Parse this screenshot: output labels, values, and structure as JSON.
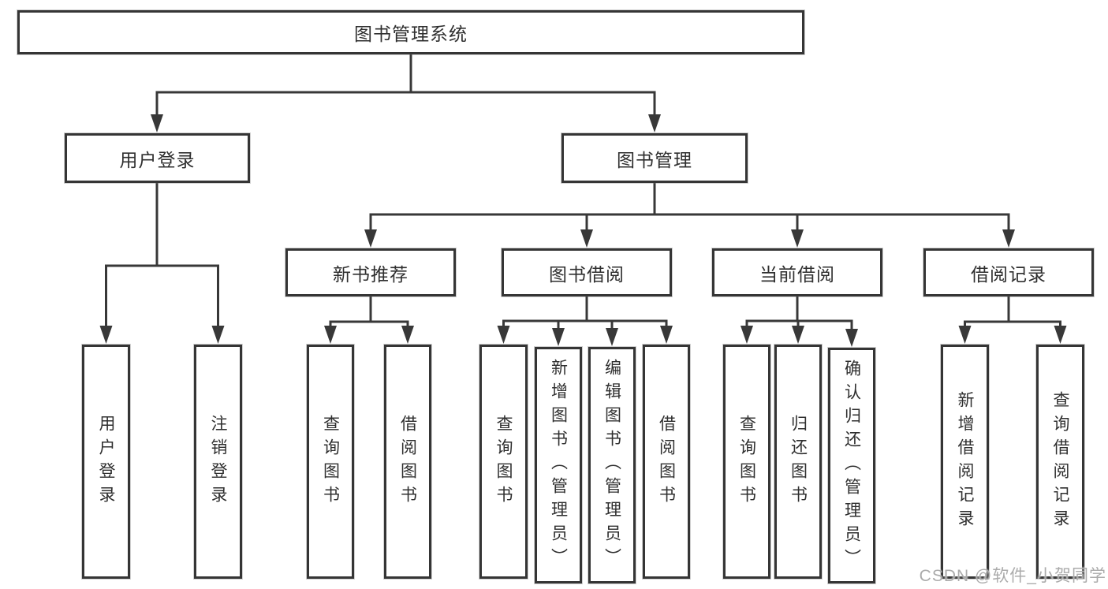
{
  "diagram": {
    "root": {
      "label": "图书管理系统",
      "children": [
        {
          "label": "用户登录",
          "children": [
            {
              "label": "用户登录"
            },
            {
              "label": "注销登录"
            }
          ]
        },
        {
          "label": "图书管理",
          "children": [
            {
              "label": "新书推荐",
              "children": [
                {
                  "label": "查询图书"
                },
                {
                  "label": "借阅图书"
                }
              ]
            },
            {
              "label": "图书借阅",
              "children": [
                {
                  "label": "查询图书"
                },
                {
                  "label": "新增图书（管理员）"
                },
                {
                  "label": "编辑图书（管理员）"
                },
                {
                  "label": "借阅图书"
                }
              ]
            },
            {
              "label": "当前借阅",
              "children": [
                {
                  "label": "查询图书"
                },
                {
                  "label": "归还图书"
                },
                {
                  "label": "确认归还（管理员）"
                }
              ]
            },
            {
              "label": "借阅记录",
              "children": [
                {
                  "label": "新增借阅记录"
                },
                {
                  "label": "查询借阅记录"
                }
              ]
            }
          ]
        }
      ]
    }
  },
  "colors": {
    "line": "#383838",
    "text": "#2f2f2f",
    "background": "#ffffff",
    "watermark": "#ababab"
  },
  "watermark": "CSDN @软件_小贺同学"
}
